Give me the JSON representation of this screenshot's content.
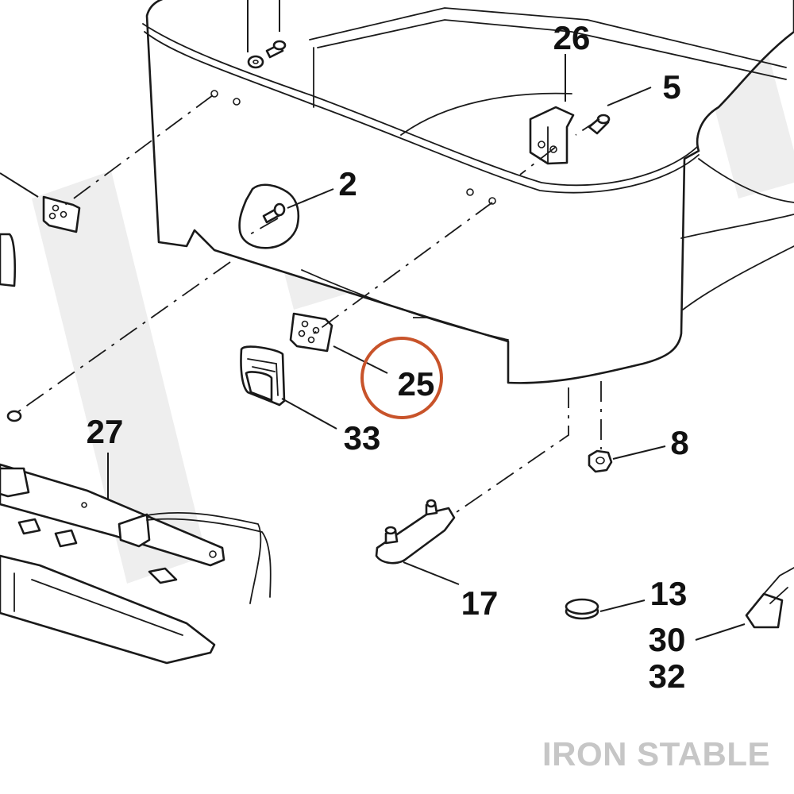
{
  "callouts": {
    "c2": "2",
    "c5": "5",
    "c8": "8",
    "c13": "13",
    "c17": "17",
    "c25": "25",
    "c26": "26",
    "c27": "27",
    "c30": "30",
    "c32": "32",
    "c33": "33"
  },
  "highlight": {
    "callout": "25",
    "color": "#c8532a"
  },
  "watermark": {
    "brand": "IRON STABLE",
    "color": "#c6c6c6"
  },
  "colors": {
    "line": "#1a1a1a",
    "background": "#ffffff",
    "watermark_faint": "#eeeeee"
  }
}
